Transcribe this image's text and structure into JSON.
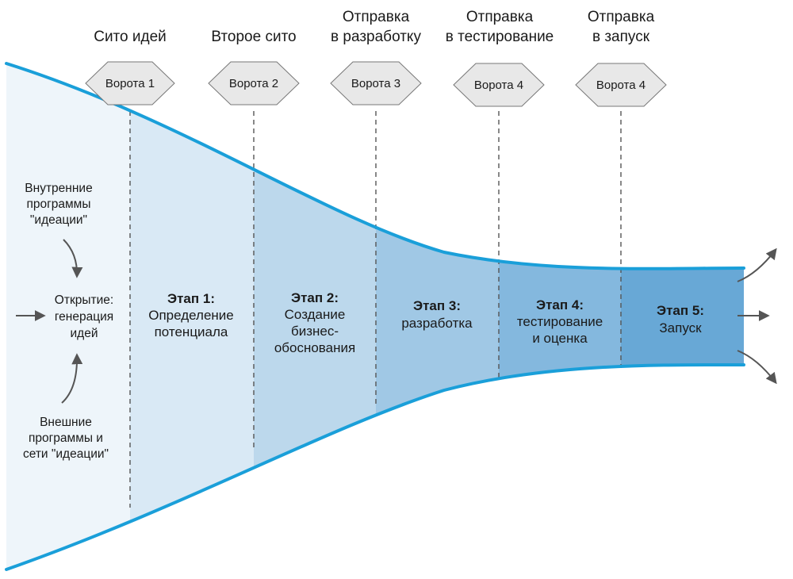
{
  "headers": [
    {
      "lines": [
        "Сито идей"
      ]
    },
    {
      "lines": [
        "Второе сито"
      ]
    },
    {
      "lines": [
        "Отправка",
        "в разработку"
      ]
    },
    {
      "lines": [
        "Отправка",
        "в тестирование"
      ]
    },
    {
      "lines": [
        "Отправка",
        "в запуск"
      ]
    }
  ],
  "gates": [
    {
      "label": "Ворота 1"
    },
    {
      "label": "Ворота 2"
    },
    {
      "label": "Ворота 3"
    },
    {
      "label": "Ворота 4"
    },
    {
      "label": "Ворота 4"
    }
  ],
  "stages": [
    {
      "title": "Этап 1:",
      "lines": [
        "Определение",
        "потенциала"
      ]
    },
    {
      "title": "Этап 2:",
      "lines": [
        "Создание",
        "бизнес-",
        "обоснования"
      ]
    },
    {
      "title": "Этап 3:",
      "lines": [
        "разработка"
      ]
    },
    {
      "title": "Этап 4:",
      "lines": [
        "тестирование",
        "и оценка"
      ]
    },
    {
      "title": "Этап 5:",
      "lines": [
        "Запуск"
      ]
    }
  ],
  "sources": {
    "internal": [
      "Внутренние",
      "программы",
      "\"идеации\""
    ],
    "discovery": [
      "Открытие:",
      "генерация",
      "идей"
    ],
    "external": [
      "Внешние",
      "программы и",
      "сети \"идеации\""
    ]
  },
  "colors": {
    "outline": "#1a9fd9",
    "outline_dark": "#0e6fb0",
    "zone0": "#eef5fa",
    "zone1": "#d9e9f5",
    "zone2": "#bcd8ec",
    "zone3": "#a0c8e5",
    "zone4": "#84b8de",
    "zone5": "#68a8d6",
    "gate_fill": "#e8e8e8",
    "arrow": "#555555"
  }
}
